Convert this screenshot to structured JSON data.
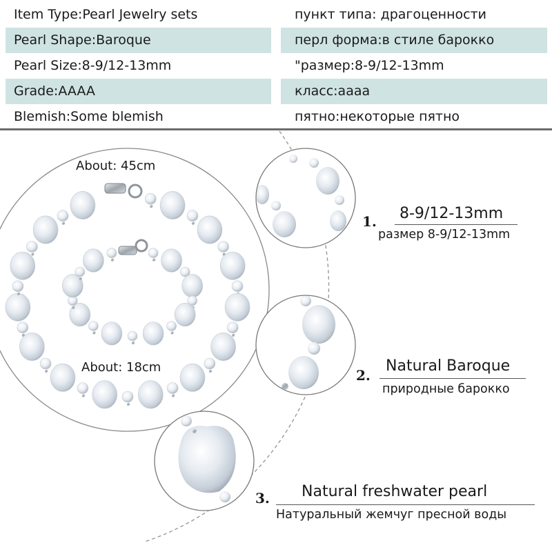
{
  "specs": [
    {
      "en": "Item Type:Pearl Jewelry sets",
      "ru": "пункт типа: драгоценности",
      "shaded": false
    },
    {
      "en": "Pearl Shape:Baroque",
      "ru": "перл форма:в стиле барокко",
      "shaded": true
    },
    {
      "en": "Pearl Size:8-9/12-13mm",
      "ru": "\"размер:8-9/12-13mm",
      "shaded": false
    },
    {
      "en": "Grade:AAAA",
      "ru": "класс:аааа",
      "shaded": true
    },
    {
      "en": "Blemish:Some blemish",
      "ru": "пятно:некоторые пятно",
      "shaded": false
    }
  ],
  "labels": {
    "necklace_length": "About: 45cm",
    "bracelet_length": "About: 18cm"
  },
  "features": [
    {
      "number": "1.",
      "title": "8-9/12-13mm",
      "subtitle": "размер 8-9/12-13mm"
    },
    {
      "number": "2.",
      "title": "Natural Baroque",
      "subtitle": "природные барокко"
    },
    {
      "number": "3.",
      "title": "Natural freshwater pearl",
      "subtitle": "Натуральный жемчуг пресной воды"
    }
  ],
  "colors": {
    "row_shade": "#cfe3e3",
    "pearl": "#eef1f4",
    "pearl_shadow": "#b9c2cc",
    "silver": "#9aa1a8"
  }
}
